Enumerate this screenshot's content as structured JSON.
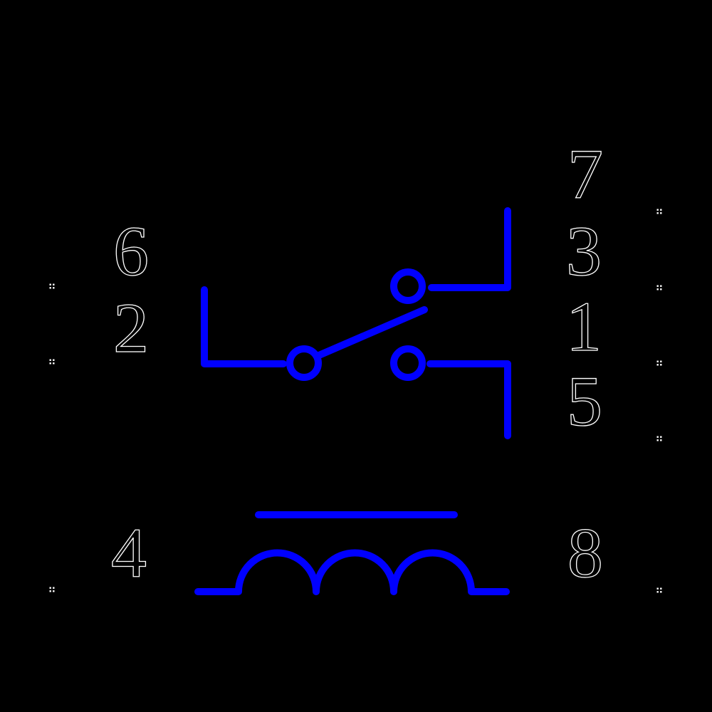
{
  "colors": {
    "background": "#000000",
    "wire": "#0000ff",
    "marker": "#ffffff",
    "label_fill": "#000000",
    "label_outline": "#ffffff"
  },
  "pins": {
    "left": [
      {
        "number": "6"
      },
      {
        "number": "2"
      },
      {
        "number": "4"
      }
    ],
    "right": [
      {
        "number": "7"
      },
      {
        "number": "3"
      },
      {
        "number": "1"
      },
      {
        "number": "5"
      },
      {
        "number": "8"
      }
    ]
  }
}
